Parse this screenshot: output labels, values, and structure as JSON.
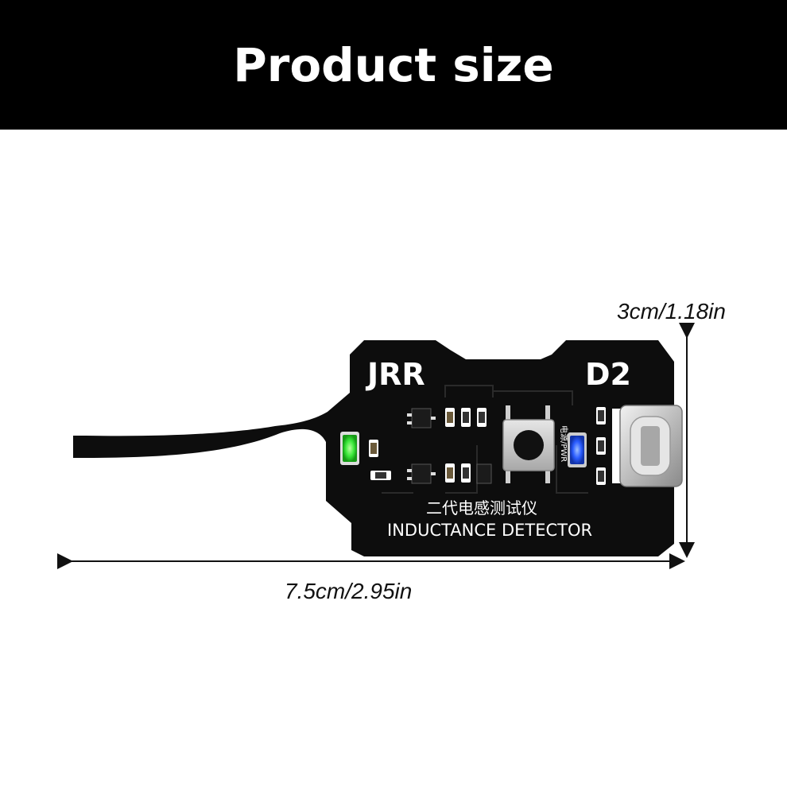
{
  "banner": {
    "title": "Product size"
  },
  "dimensions": {
    "height": "3cm/1.18in",
    "width": "7.5cm/2.95in"
  },
  "board": {
    "brand": "JRR",
    "model": "D2",
    "chinese_name": "二代电感测试仪",
    "english_name": "INDUCTANCE DETECTOR",
    "power_label": "电源/PWR",
    "colors": {
      "pcb": "#0d0d0d",
      "led_green": "#39e639",
      "led_blue": "#2a5cff",
      "silkscreen": "#ffffff"
    }
  }
}
